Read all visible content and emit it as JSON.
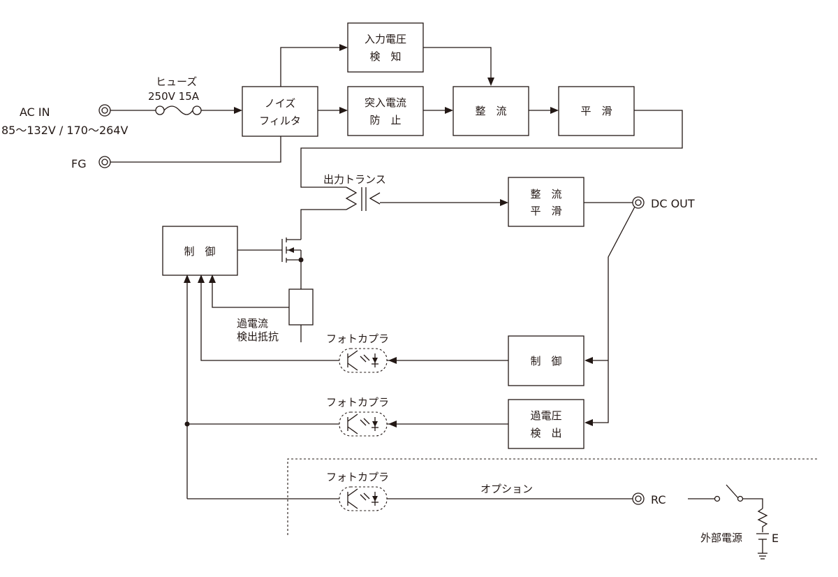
{
  "diagram": {
    "ac_in": {
      "label": "AC IN",
      "range": "85～132V / 170～264V"
    },
    "fg": {
      "label": "FG"
    },
    "fuse": {
      "label": "ヒューズ",
      "rating": "250V 15A"
    },
    "noise_filter": {
      "line1": "ノイズ",
      "line2": "フィルタ"
    },
    "input_voltage_detect": {
      "line1": "入力電圧",
      "line2": "検　知"
    },
    "inrush_prevent": {
      "line1": "突入電流",
      "line2": "防　止"
    },
    "rectifier": {
      "label": "整　流"
    },
    "smoothing": {
      "label": "平　滑"
    },
    "output_transformer": {
      "label": "出力トランス"
    },
    "out_rectifier": {
      "line1": "整　流",
      "line2": "平　滑"
    },
    "dc_out": {
      "label": "DC OUT"
    },
    "control_primary": {
      "label": "制　御"
    },
    "overcurrent_resistor": {
      "line1": "過電流",
      "line2": "検出抵抗"
    },
    "photocoupler_1": {
      "label": "フォトカプラ"
    },
    "photocoupler_2": {
      "label": "フォトカプラ"
    },
    "photocoupler_3": {
      "label": "フォトカプラ"
    },
    "control_secondary": {
      "label": "制　御"
    },
    "overvoltage_detect": {
      "line1": "過電圧",
      "line2": "検　出"
    },
    "option": {
      "label": "オプション"
    },
    "rc": {
      "label": "RC"
    },
    "external_power": {
      "label": "外部電源",
      "e_label": "E"
    }
  }
}
